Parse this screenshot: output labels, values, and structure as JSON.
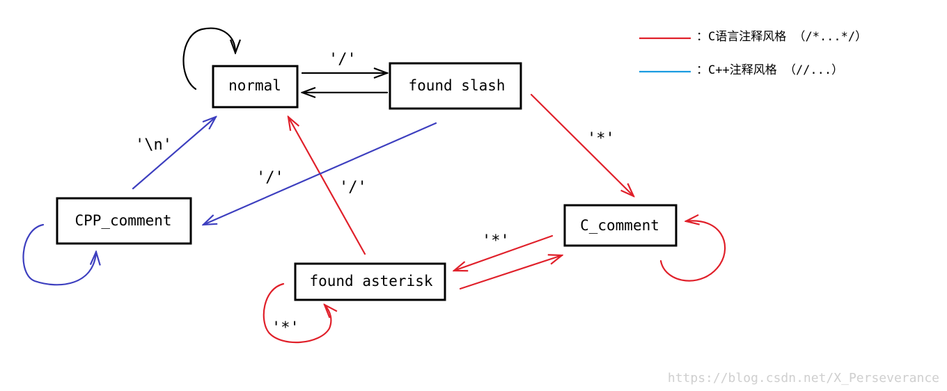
{
  "colors": {
    "black": "#000000",
    "red": "#e0202a",
    "blue": "#3d3fbf",
    "legend_blue": "#1a9be0"
  },
  "nodes": {
    "normal": "normal",
    "found_slash": "found slash",
    "cpp_comment": "CPP_comment",
    "c_comment": "C_comment",
    "found_asterisk": "found asterisk"
  },
  "edge_labels": {
    "normal_to_slash": "'/'",
    "slash_to_c_comment": "'*'",
    "slash_to_cpp_comment": "'/'",
    "cpp_to_normal": "'\\n'",
    "asterisk_to_normal": "'/'",
    "c_to_asterisk": "'*'",
    "asterisk_self": "'*'"
  },
  "legend": {
    "c_style": "：C语言注释风格 （/*...*/）",
    "cpp_style": "：C++注释风格  （//...）"
  },
  "watermark": "https://blog.csdn.net/X_Perseverance"
}
